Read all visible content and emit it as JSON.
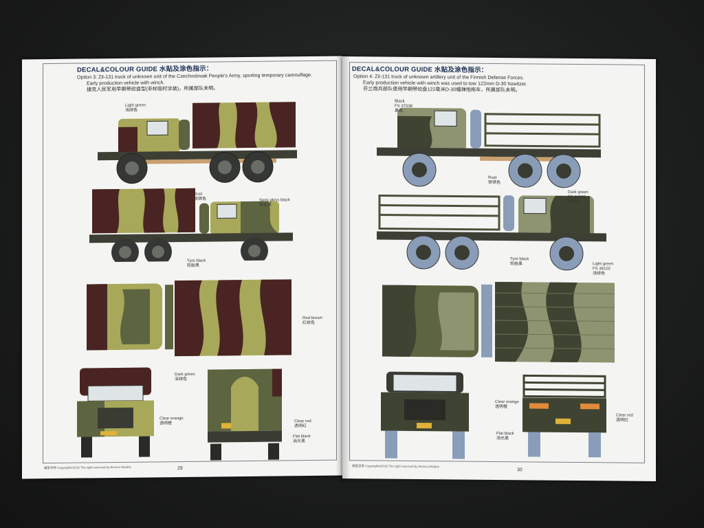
{
  "left_page": {
    "header": "DECAL&COLOUR GUIDE 水贴及涂色指示：",
    "option_line1": "Option 3: Zil-131 truck of unknown unit of the Czechoslovak People's Army, sporting temporary camouflage.",
    "option_line2": "Early production vehicle with winch.",
    "option_line3": "捷克人民军用早期带绞盘型(非标临时涂装)，所属部队未明。",
    "labels": {
      "light_green": "Light green",
      "light_green_cn": "浅绿色",
      "rust": "Rust",
      "rust_cn": "铁锈色",
      "semi_gloss_black": "Semi gloss black",
      "semi_gloss_black_cn": "半光黑",
      "tyre_black": "Tyre black",
      "tyre_black_cn": "轮胎黑",
      "red_brown": "Red brown",
      "red_brown_cn": "红棕色",
      "dark_green": "Dark green",
      "dark_green_cn": "深绿色",
      "clear_orange": "Clear orange",
      "clear_orange_cn": "透明橙",
      "clear_red": "Clear red",
      "clear_red_cn": "透明红",
      "flat_black": "Flat black",
      "flat_black_cn": "消光黑"
    },
    "page_number": "29",
    "footer": "模型世界  Copyright©2016  The right reserved by Bronco Models"
  },
  "right_page": {
    "header": "DECAL&COLOUR GUIDE 水贴及涂色指示：",
    "option_line1": "Option 4: Zil-131 truck of unknown artillery unit of the Finnish Defense Forces.",
    "option_line2": "Early production vehicle with winch was used to tow 122mm D-30 howitzer.",
    "option_line3": "芬兰炮兵部队使用早期带绞盘122毫米D-30榴弹炮拖车，所属部队未明。",
    "labels": {
      "black": "Black",
      "black_fs": "FS 37038",
      "black_cn": "黑色",
      "rust": "Rust",
      "rust_cn": "铁锈色",
      "dark_green": "Dark green",
      "dark_green_fs": "FS 34092",
      "dark_green_cn": "深绿色",
      "tyre_black": "Tyre black",
      "tyre_black_cn": "轮胎黑",
      "light_green": "Light green",
      "light_green_fs": "FS 34102",
      "light_green_cn": "浅绿色",
      "clear_orange": "Clear orange",
      "clear_orange_cn": "透明橙",
      "clear_red": "Clear red",
      "clear_red_cn": "透明红",
      "flat_black": "Flat black",
      "flat_black_cn": "消光黑"
    },
    "page_number": "30",
    "footer": "模型世界  Copyright©2016  The right reserved by Bronco Models"
  },
  "colors": {
    "light_green": "#a8a85a",
    "red_brown": "#4a2422",
    "dark_green": "#5d6440",
    "black": "#2a2b24",
    "fin_light": "#8e9370",
    "tyre_blue": "#8a9db8",
    "rust": "#c9a070",
    "header_blue": "#1b2c52"
  }
}
